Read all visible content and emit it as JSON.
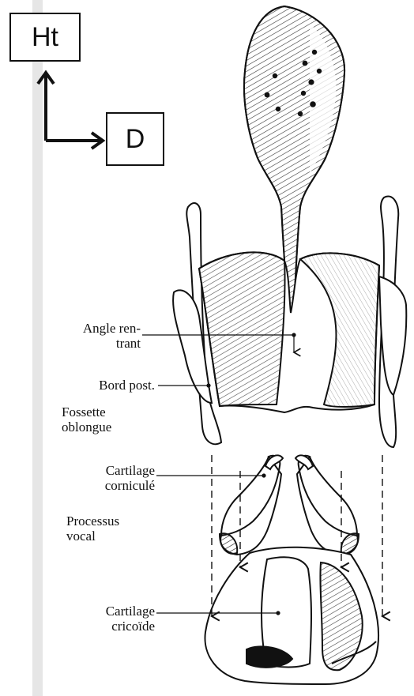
{
  "orientation": {
    "up_label": "Ht",
    "right_label": "D"
  },
  "labels": {
    "angle_rentrant": [
      "Angle ren-",
      "trant"
    ],
    "bord_post": "Bord post.",
    "fossette": [
      "Fossette",
      "oblongue"
    ],
    "corniculate": [
      "Cartilage",
      "corniculé"
    ],
    "processus": [
      "Processus",
      "vocal"
    ],
    "cricoide": [
      "Cartilage",
      "cricoïde"
    ]
  },
  "colors": {
    "ink": "#111111",
    "stripe": "#e6e6e6"
  }
}
